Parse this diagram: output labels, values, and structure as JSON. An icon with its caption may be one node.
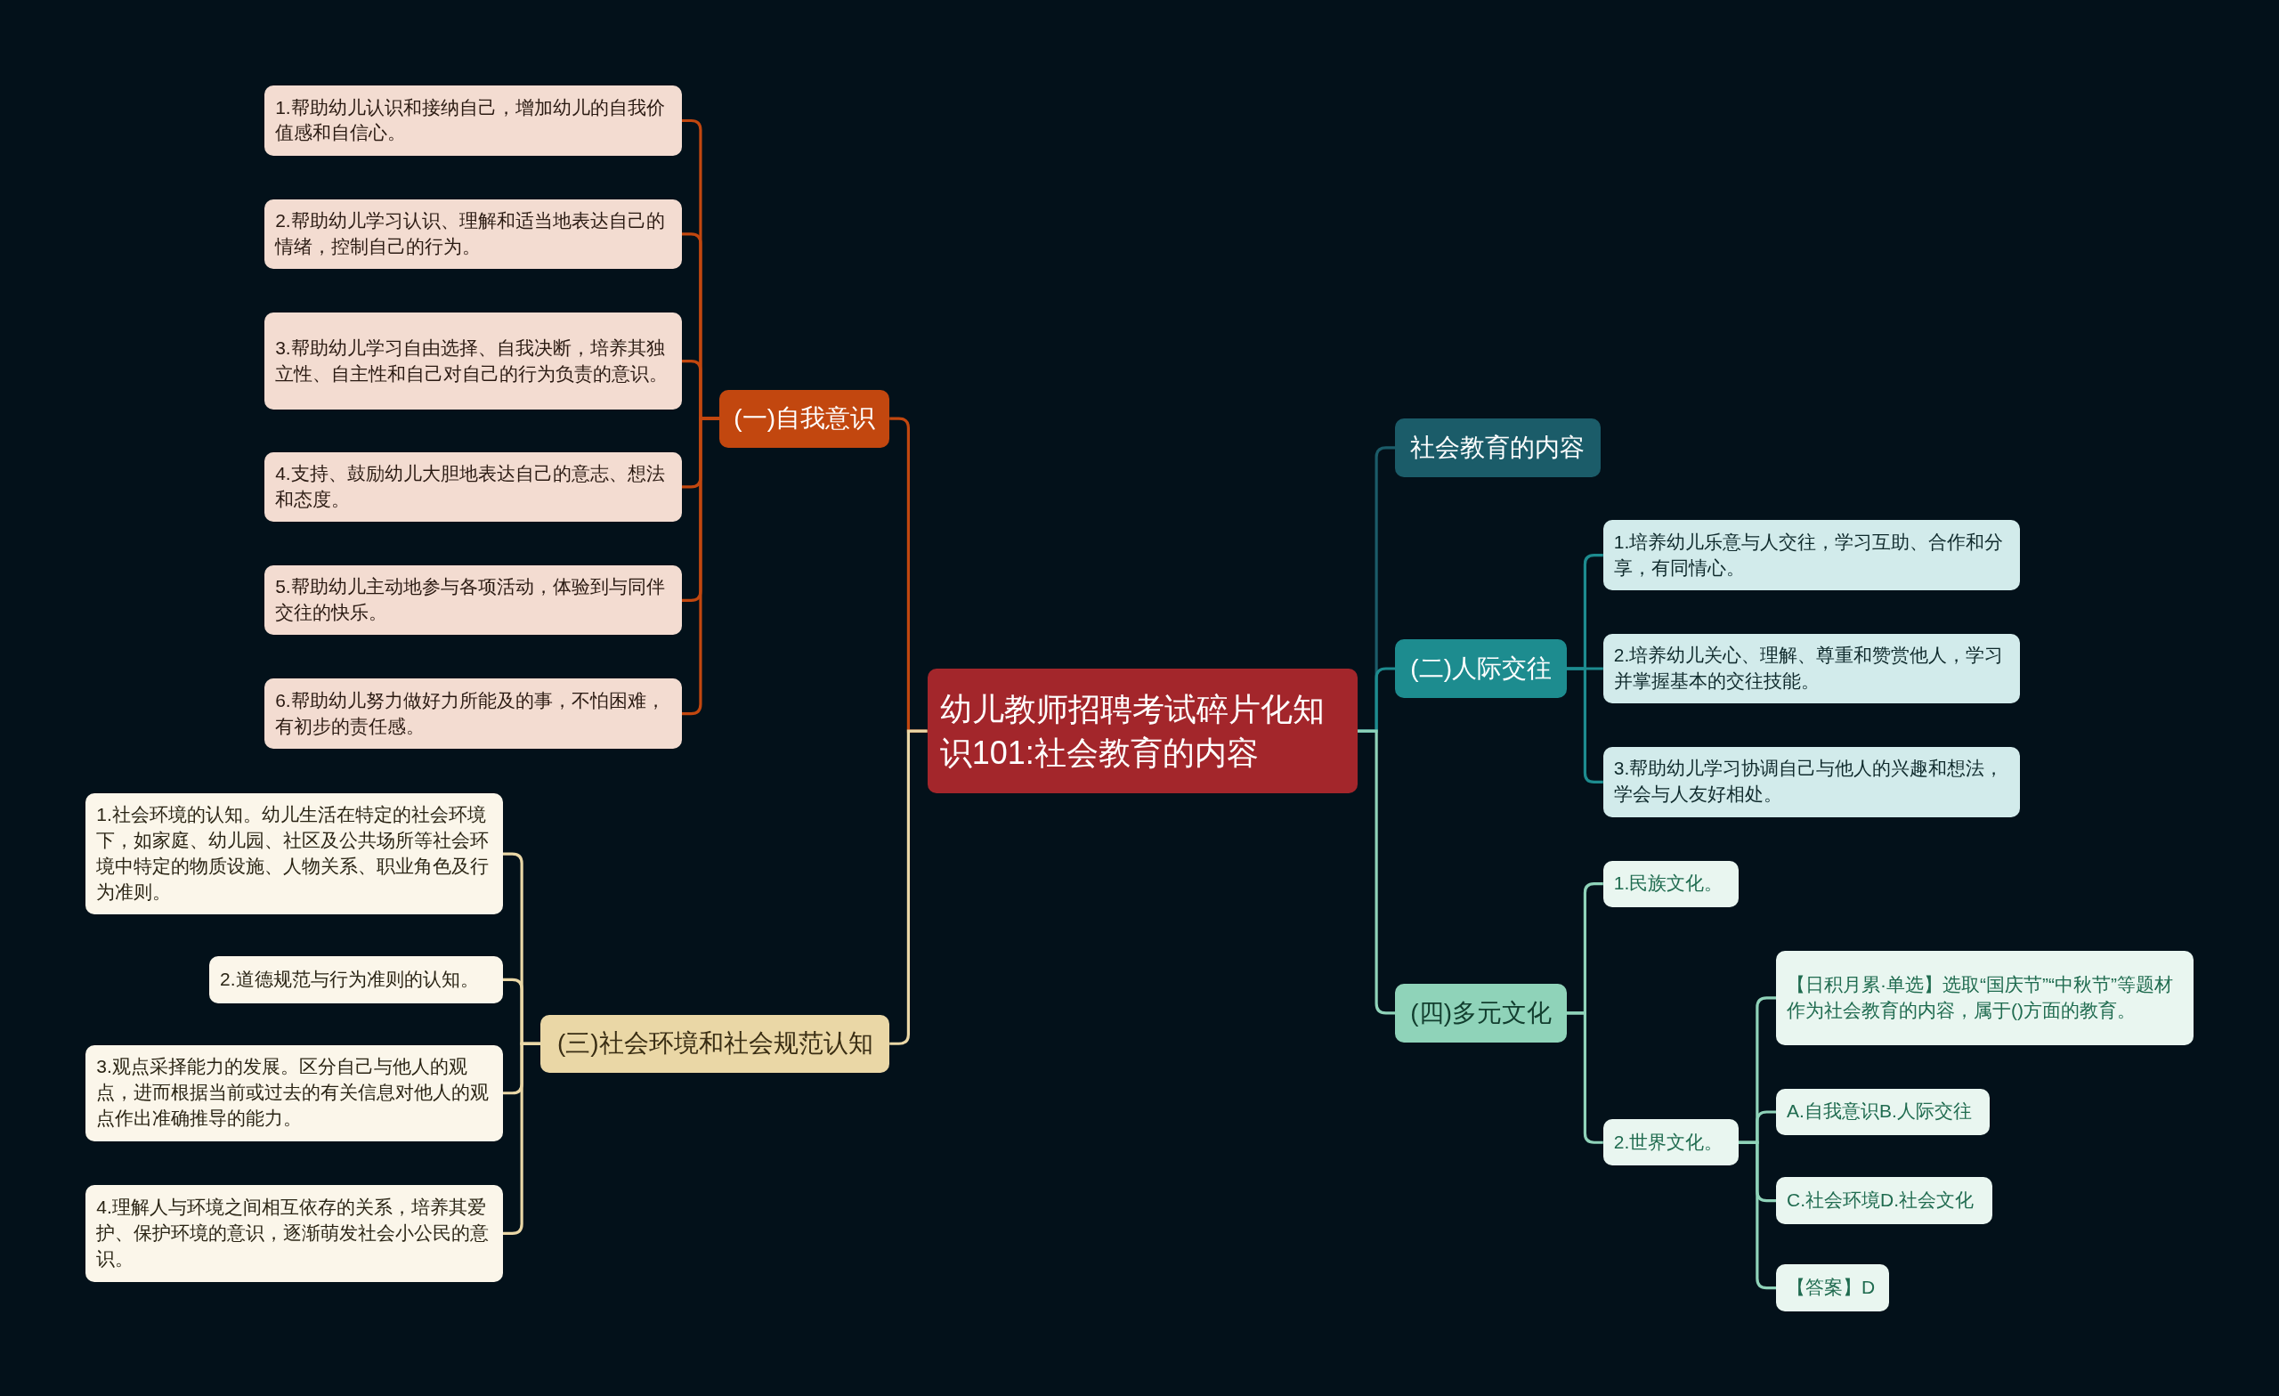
{
  "diagram": {
    "nodes": [
      {
        "text": [
          "幼儿教师招聘考试碎片化知识101:社会教育的内容"
        ]
      },
      {
        "text": [
          "(一)自我意识"
        ]
      },
      {
        "text": [
          "1.帮助幼儿认识和接纳自己，增加幼儿的自我价值感和自信心。"
        ]
      },
      {
        "text": [
          "2.帮助幼儿学习认识、理解和适当地表达自己的情绪，控制自己的行为。"
        ]
      },
      {
        "text": [
          "3.帮助幼儿学习自由选择、自我决断，培养其独立性、自主性和自己对自己的行为负责的意识。"
        ]
      },
      {
        "text": [
          "4.支持、鼓励幼儿大胆地表达自己的意志、想法和态度。"
        ]
      },
      {
        "text": [
          "5.帮助幼儿主动地参与各项活动，体验到与同伴交往的快乐。"
        ]
      },
      {
        "text": [
          "6.帮助幼儿努力做好力所能及的事，不怕困难，有初步的责任感。"
        ]
      },
      {
        "text": [
          "(三)社会环境和社会规范认知"
        ]
      },
      {
        "text": [
          "1.社会环境的认知。幼儿生活在特定的社会环境下，如家庭、幼儿园、社区及公共场所等社会环境中特定的物质设施、人物关系、职业角色及行为准则。"
        ]
      },
      {
        "text": [
          "2.道德规范与行为准则的认知。"
        ]
      },
      {
        "text": [
          "3.观点采择能力的发展。区分自己与他人的观点，进而根据当前或过去的有关信息对他人的观点作出准确推导的能力。"
        ]
      },
      {
        "text": [
          "4.理解人与环境之间相互依存的关系，培养其爱护、保护环境的意识，逐渐萌发社会小公民的意识。"
        ]
      },
      {
        "text": [
          "社会教育的内容"
        ]
      },
      {
        "text": [
          "(二)人际交往"
        ]
      },
      {
        "text": [
          "1.培养幼儿乐意与人交往，学习互助、合作和分享，有同情心。"
        ]
      },
      {
        "text": [
          "2.培养幼儿关心、理解、尊重和赞赏他人，学习并掌握基本的交往技能。"
        ]
      },
      {
        "text": [
          "3.帮助幼儿学习协调自己与他人的兴趣和想法，学会与人友好相处。"
        ]
      },
      {
        "text": [
          "(四)多元文化"
        ]
      },
      {
        "text": [
          "1.民族文化。"
        ]
      },
      {
        "text": [
          "2.世界文化。"
        ]
      },
      {
        "text": [
          "【日积月累·单选】选取“国庆节”“中秋节”等题材作为社会教育的内容，属于()方面的教育。"
        ]
      },
      {
        "text": [
          "A.自我意识B.人际交往"
        ]
      },
      {
        "text": [
          "C.社会环境D.社会文化"
        ]
      },
      {
        "text": [
          "【答案】D"
        ]
      }
    ],
    "edges": [
      {
        "from": 0,
        "to": 1,
        "arrow": "none",
        "color": "#c2470f"
      },
      {
        "from": 1,
        "to": 2,
        "arrow": "none",
        "color": "#c2470f"
      },
      {
        "from": 1,
        "to": 3,
        "arrow": "none",
        "color": "#c2470f"
      },
      {
        "from": 1,
        "to": 4,
        "arrow": "none",
        "color": "#c2470f"
      },
      {
        "from": 1,
        "to": 5,
        "arrow": "none",
        "color": "#c2470f"
      },
      {
        "from": 1,
        "to": 6,
        "arrow": "none",
        "color": "#c2470f"
      },
      {
        "from": 1,
        "to": 7,
        "arrow": "none",
        "color": "#c2470f"
      },
      {
        "from": 0,
        "to": 8,
        "arrow": "none",
        "color": "#ead7a6"
      },
      {
        "from": 8,
        "to": 9,
        "arrow": "none",
        "color": "#ead7a6"
      },
      {
        "from": 8,
        "to": 10,
        "arrow": "none",
        "color": "#ead7a6"
      },
      {
        "from": 8,
        "to": 11,
        "arrow": "none",
        "color": "#ead7a6"
      },
      {
        "from": 8,
        "to": 12,
        "arrow": "none",
        "color": "#ead7a6"
      },
      {
        "from": 0,
        "to": 13,
        "arrow": "none",
        "color": "#1b5c69"
      },
      {
        "from": 0,
        "to": 14,
        "arrow": "none",
        "color": "#1d8c8f"
      },
      {
        "from": 14,
        "to": 15,
        "arrow": "none",
        "color": "#1d8c8f"
      },
      {
        "from": 14,
        "to": 16,
        "arrow": "none",
        "color": "#1d8c8f"
      },
      {
        "from": 14,
        "to": 17,
        "arrow": "none",
        "color": "#1d8c8f"
      },
      {
        "from": 0,
        "to": 18,
        "arrow": "none",
        "color": "#8fd3b9"
      },
      {
        "from": 18,
        "to": 19,
        "arrow": "none",
        "color": "#8fd3b9"
      },
      {
        "from": 18,
        "to": 20,
        "arrow": "none",
        "color": "#8fd3b9"
      },
      {
        "from": 20,
        "to": 21,
        "arrow": "none",
        "color": "#8fd3b9"
      },
      {
        "from": 20,
        "to": 22,
        "arrow": "none",
        "color": "#8fd3b9"
      },
      {
        "from": 20,
        "to": 23,
        "arrow": "none",
        "color": "#8fd3b9"
      },
      {
        "from": 20,
        "to": 24,
        "arrow": "none",
        "color": "#8fd3b9"
      }
    ]
  }
}
